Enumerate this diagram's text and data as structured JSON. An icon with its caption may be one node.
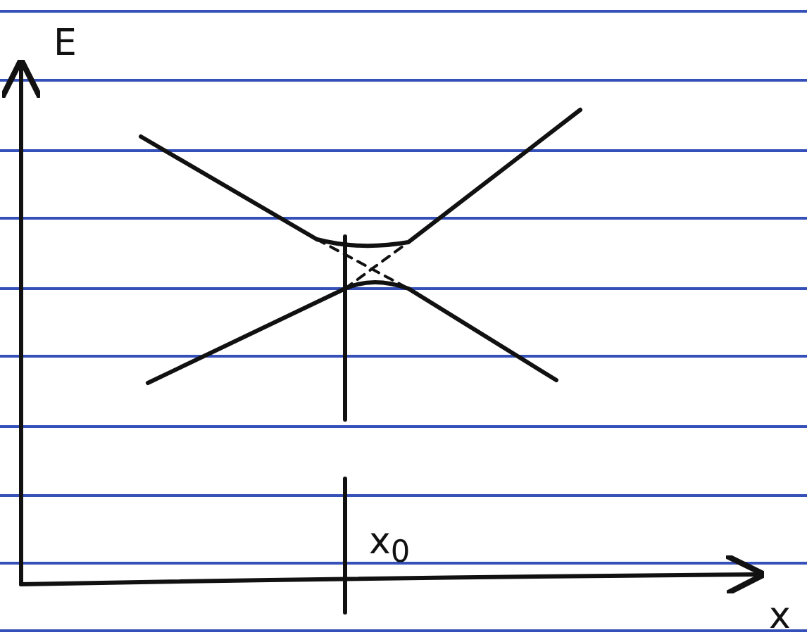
{
  "diagram": {
    "labels": [
      "E",
      "x",
      "x$_{0}$"
    ]
  }
}
